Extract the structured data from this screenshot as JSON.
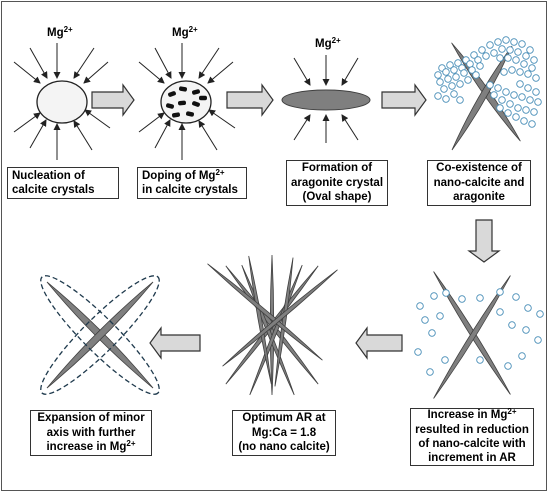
{
  "mg_label": "Mg",
  "mg_charge": "2+",
  "colors": {
    "crystal": "#7f7f7f",
    "crystal_stroke": "#404040",
    "arrow_fill": "#d9d9d9",
    "nano_stroke": "#4a8fb8",
    "envelope": "#1f3a4d"
  },
  "steps": [
    {
      "id": "nucleation",
      "lines": [
        {
          "t": "Nucleation of"
        },
        {
          "t": "calcite crystals"
        }
      ]
    },
    {
      "id": "doping",
      "lines": [
        {
          "t": "Doping of Mg",
          "sup": "2+"
        },
        {
          "t": "in calcite crystals"
        }
      ]
    },
    {
      "id": "formation",
      "lines": [
        {
          "t": "Formation of"
        },
        {
          "t": "aragonite crystal"
        },
        {
          "t": "(Oval shape)"
        }
      ]
    },
    {
      "id": "coexistence",
      "lines": [
        {
          "t": "Co-existence of"
        },
        {
          "t": "nano-calcite and"
        },
        {
          "t": "aragonite"
        }
      ]
    },
    {
      "id": "increase",
      "lines": [
        {
          "t": "Increase in Mg",
          "sup": "2+"
        },
        {
          "t": "resulted in reduction"
        },
        {
          "t": "of nano-calcite with"
        },
        {
          "t": "increment in AR"
        }
      ]
    },
    {
      "id": "optimum",
      "lines": [
        {
          "t": "Optimum AR at"
        },
        {
          "t": "Mg:Ca = 1.8"
        },
        {
          "t": "(no nano calcite)"
        }
      ]
    },
    {
      "id": "expansion",
      "lines": [
        {
          "t": "Expansion of minor"
        },
        {
          "t": "axis with further"
        },
        {
          "t": "increase in Mg",
          "sup": "2+"
        }
      ]
    }
  ]
}
